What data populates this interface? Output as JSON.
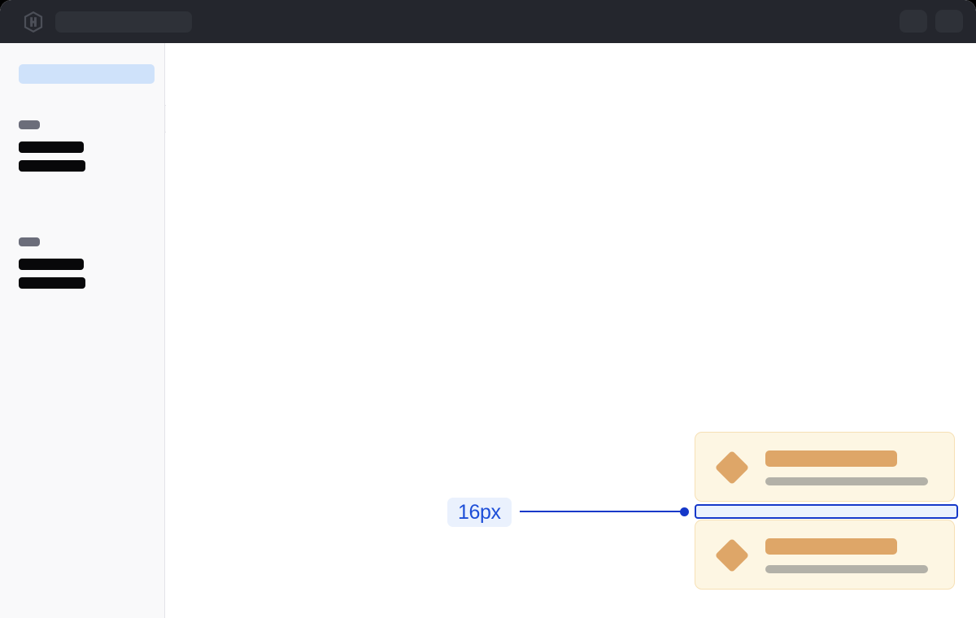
{
  "window": {
    "title": "",
    "background_color": "#ffffff"
  },
  "topbar": {
    "background_color": "#24262d",
    "logo_name": "hashicorp-logo",
    "omnibar": {
      "value": "",
      "placeholder": ""
    },
    "actions": [
      {
        "name": "topbar-chip-1",
        "label": ""
      },
      {
        "name": "topbar-chip-2",
        "label": ""
      }
    ]
  },
  "sidebar": {
    "background_color": "#f9f9fa",
    "selected_item": {
      "label": "",
      "highlight_color": "#cfe2fa"
    },
    "collapse_handle_label": "",
    "groups": [
      {
        "label": "",
        "items": [
          {
            "label": ""
          },
          {
            "label": ""
          }
        ]
      },
      {
        "label": "",
        "items": [
          {
            "label": ""
          },
          {
            "label": ""
          }
        ]
      }
    ]
  },
  "canvas": {
    "cards": [
      {
        "icon_name": "diamond-icon",
        "icon_color": "#dea668",
        "title": "",
        "subtitle": "",
        "background_color": "#fdf6e3",
        "border_color": "#f6e0b5"
      },
      {
        "icon_name": "diamond-icon",
        "icon_color": "#dea668",
        "title": "",
        "subtitle": "",
        "background_color": "#fdf6e3",
        "border_color": "#f6e0b5"
      }
    ],
    "measurement": {
      "value": "16px",
      "accent_color": "#1538c9",
      "badge_text_color": "#1d4ed8",
      "badge_background_color": "#eaf1fd",
      "highlight_fill_color": "#eaf1fd"
    }
  }
}
